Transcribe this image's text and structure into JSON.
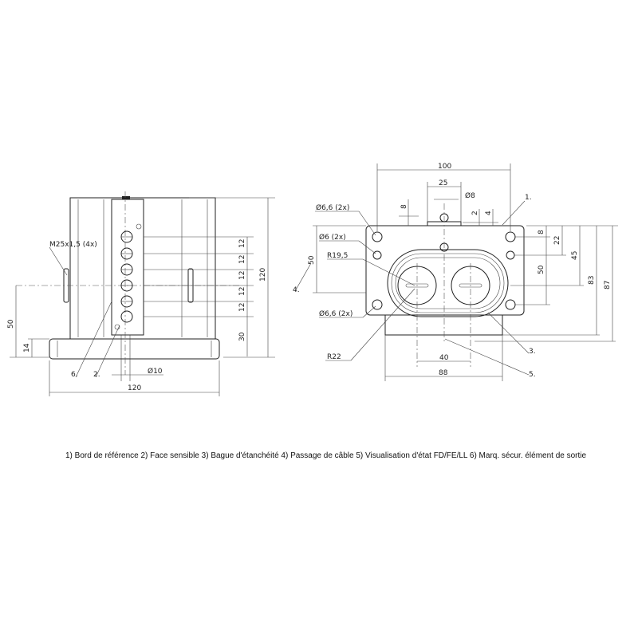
{
  "side_view": {
    "thread_label": "M25x1,5 (4x)",
    "pitch_dims": [
      "12",
      "12",
      "12",
      "12",
      "12"
    ],
    "dim_30": "30",
    "dim_120_height": "120",
    "dim_50": "50",
    "dim_14": "14",
    "dim_d10": "Ø10",
    "dim_120_width": "120",
    "callout_6": "6.",
    "callout_2": "2."
  },
  "front_view": {
    "dim_100": "100",
    "dim_25": "25",
    "dim_d8": "Ø8",
    "dim_8_top": "8",
    "dim_2": "2",
    "dim_4": "4",
    "callout_1": "1.",
    "hole_66_top": "Ø6,6 (2x)",
    "hole_6": "Ø6 (2x)",
    "radius_195": "R19,5",
    "dim_50_left": "50",
    "callout_4": "4.",
    "hole_66_bottom": "Ø6,6 (2x)",
    "radius_22": "R22",
    "dim_8_right": "8",
    "dim_22": "22",
    "dim_45": "45",
    "dim_50_right": "50",
    "dim_83": "83",
    "dim_87": "87",
    "dim_40": "40",
    "dim_88": "88",
    "callout_3": "3.",
    "callout_5": "5."
  },
  "legend": "1) Bord de référence  2) Face sensible  3) Bague d'étanchéité  4) Passage de câble  5) Visualisation d'état FD/FE/LL  6) Marq. sécur. élément de sortie"
}
